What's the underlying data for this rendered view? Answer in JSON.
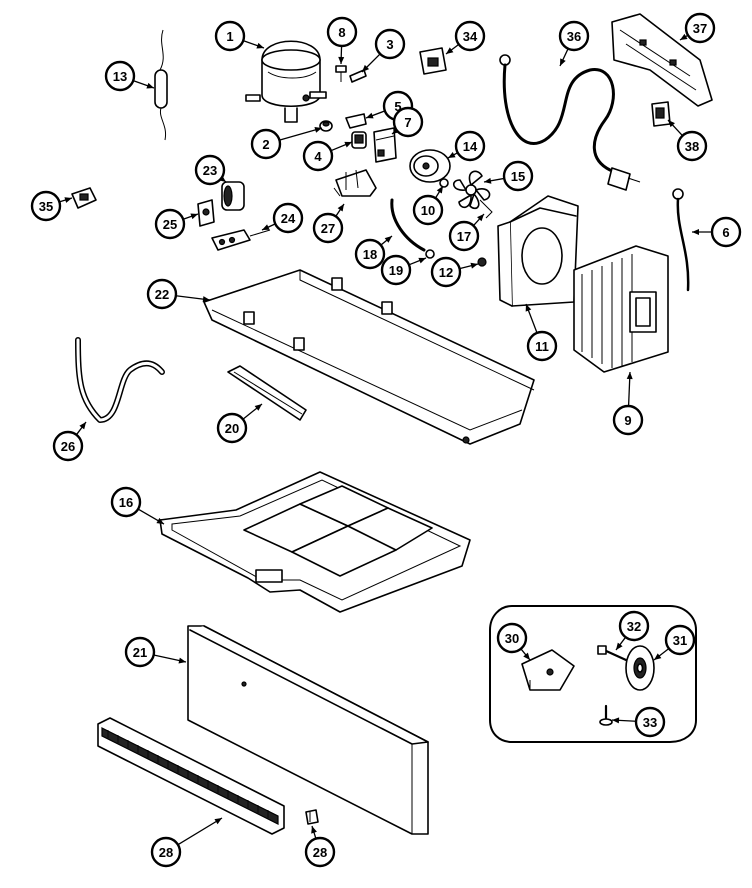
{
  "callouts": {
    "c1": "1",
    "c2": "2",
    "c3": "3",
    "c4": "4",
    "c5": "5",
    "c6": "6",
    "c7": "7",
    "c8": "8",
    "c9": "9",
    "c10": "10",
    "c11": "11",
    "c12": "12",
    "c13": "13",
    "c14": "14",
    "c15": "15",
    "c16": "16",
    "c17": "17",
    "c18": "18",
    "c19": "19",
    "c20": "20",
    "c21": "21",
    "c22": "22",
    "c23": "23",
    "c24": "24",
    "c25": "25",
    "c26": "26",
    "c27": "27",
    "c28a": "28",
    "c28b": "28",
    "c30": "30",
    "c31": "31",
    "c32": "32",
    "c33": "33",
    "c34": "34",
    "c35": "35",
    "c36": "36",
    "c37": "37",
    "c38": "38"
  },
  "colors": {
    "line": "#000000",
    "background": "#ffffff"
  }
}
